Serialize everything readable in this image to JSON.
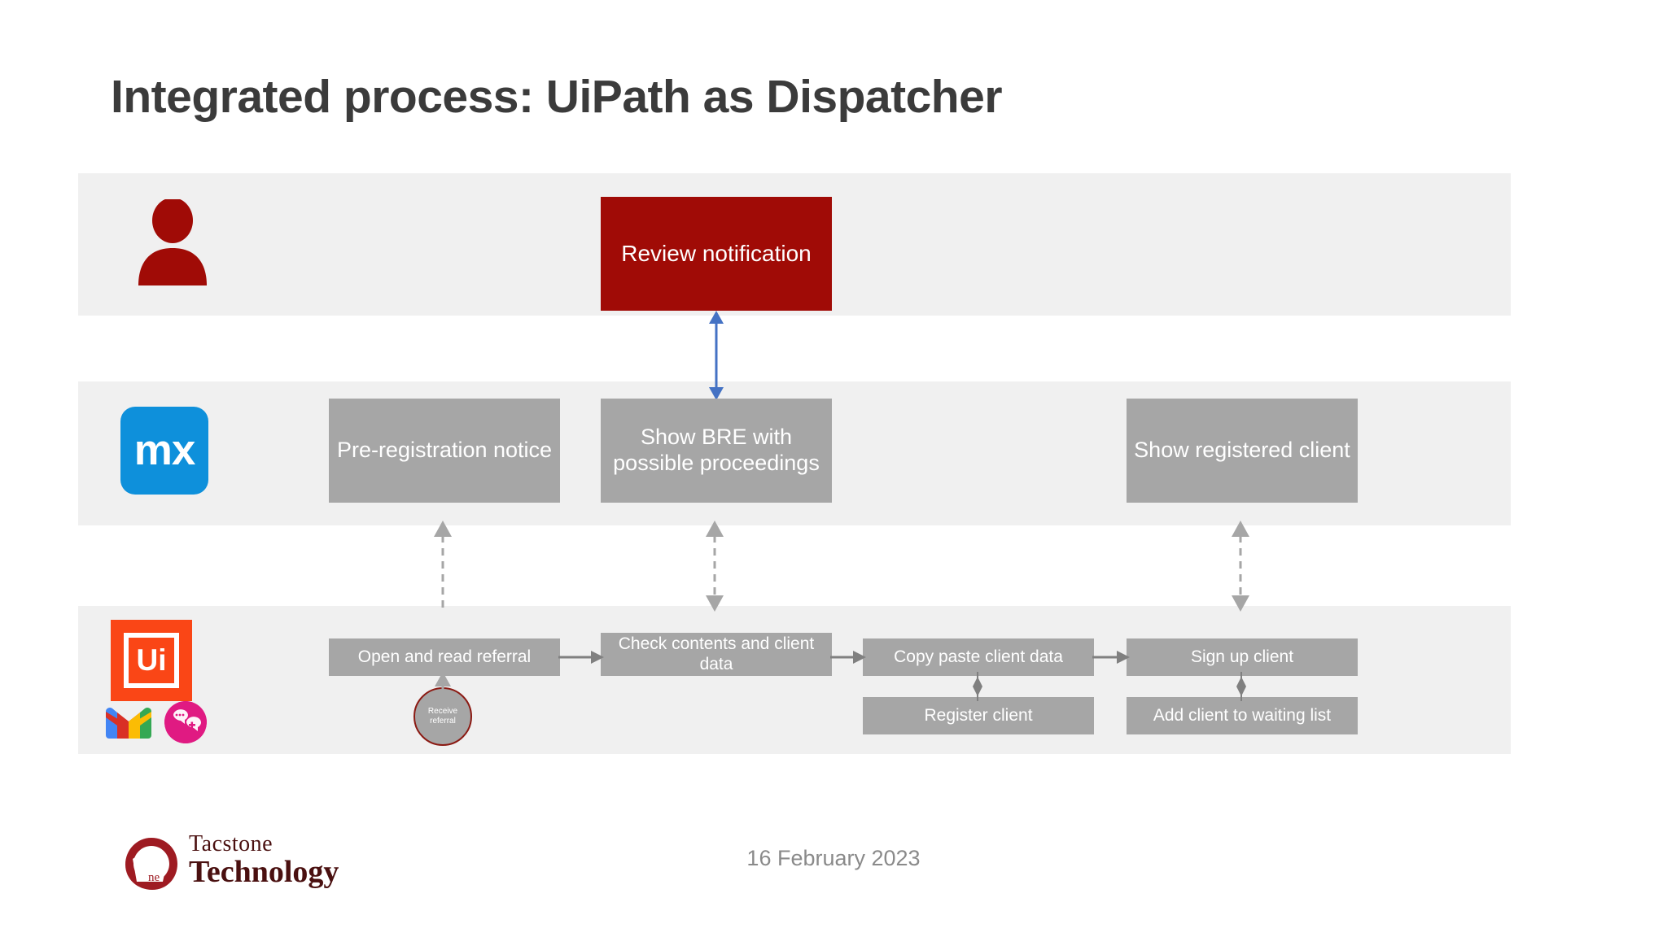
{
  "slide": {
    "title": "Integrated process: UiPath as Dispatcher",
    "date": "16 February 2023",
    "background_color": "#ffffff"
  },
  "colors": {
    "band_background": "#f0f0f0",
    "process_gray": "#a6a6a6",
    "accent_red": "#a00b06",
    "mendix_blue": "#0e90db",
    "uipath_orange": "#fa4616",
    "arrow_blue": "#4472c4",
    "arrow_gray": "#a6a6a6",
    "title_gray": "#3b3b3b",
    "date_gray": "#8a8a8a"
  },
  "lanes": [
    {
      "id": "human",
      "icon_name": "person-icon",
      "icon_color": "#a00b06",
      "boxes": [
        {
          "id": "review-notification",
          "label": "Review notification",
          "style": "red"
        }
      ]
    },
    {
      "id": "mendix",
      "icon_name": "mendix-logo",
      "icon_text": "mx",
      "boxes": [
        {
          "id": "pre-registration-notice",
          "label": "Pre-registration notice",
          "style": "gray"
        },
        {
          "id": "show-bre",
          "label": "Show BRE with possible proceedings",
          "style": "gray"
        },
        {
          "id": "show-registered-client",
          "label": "Show registered client",
          "style": "gray"
        }
      ]
    },
    {
      "id": "uipath",
      "icon_name": "uipath-logo",
      "icon_text": "Ui",
      "sub_icons": [
        {
          "name": "gmail-icon"
        },
        {
          "name": "mirro-chat-icon"
        }
      ],
      "boxes": [
        {
          "id": "open-and-read-referral",
          "label": "Open and read referral",
          "style": "gray"
        },
        {
          "id": "check-contents-and-client-data",
          "label": "Check contents and client data",
          "style": "gray"
        },
        {
          "id": "copy-paste-client-data",
          "label": "Copy paste client data",
          "style": "gray"
        },
        {
          "id": "sign-up-client",
          "label": "Sign up client",
          "style": "gray"
        },
        {
          "id": "register-client",
          "label": "Register client",
          "style": "gray"
        },
        {
          "id": "add-client-to-waiting-list",
          "label": "Add client to waiting list",
          "style": "gray"
        }
      ],
      "start_node": {
        "id": "receive-referral",
        "label_line1": "Receive",
        "label_line2": "referral"
      }
    }
  ],
  "connectors": [
    {
      "id": "review-to-showbre",
      "type": "double-arrow",
      "color": "#4472c4",
      "style": "solid"
    },
    {
      "id": "prereg-to-openread",
      "type": "single-arrow-up",
      "color": "#a6a6a6",
      "style": "dashed"
    },
    {
      "id": "showbre-to-checkcontents",
      "type": "double-arrow",
      "color": "#a6a6a6",
      "style": "dashed"
    },
    {
      "id": "showregistered-to-signup",
      "type": "double-arrow",
      "color": "#a6a6a6",
      "style": "dashed"
    },
    {
      "id": "receive-to-openread",
      "type": "single-arrow-up",
      "color": "#a6a6a6",
      "style": "solid"
    },
    {
      "id": "openread-to-check",
      "type": "single-arrow-right",
      "color": "#808080",
      "style": "solid"
    },
    {
      "id": "check-to-copypaste",
      "type": "single-arrow-right",
      "color": "#808080",
      "style": "solid"
    },
    {
      "id": "copypaste-to-signup",
      "type": "single-arrow-right",
      "color": "#808080",
      "style": "solid"
    },
    {
      "id": "copypaste-to-register",
      "type": "diamond-link",
      "color": "#808080",
      "style": "solid"
    },
    {
      "id": "signup-to-waitinglist",
      "type": "diamond-link",
      "color": "#808080",
      "style": "solid"
    }
  ],
  "footer": {
    "logo_line1": "Tacstone",
    "logo_line2": "Technology"
  }
}
